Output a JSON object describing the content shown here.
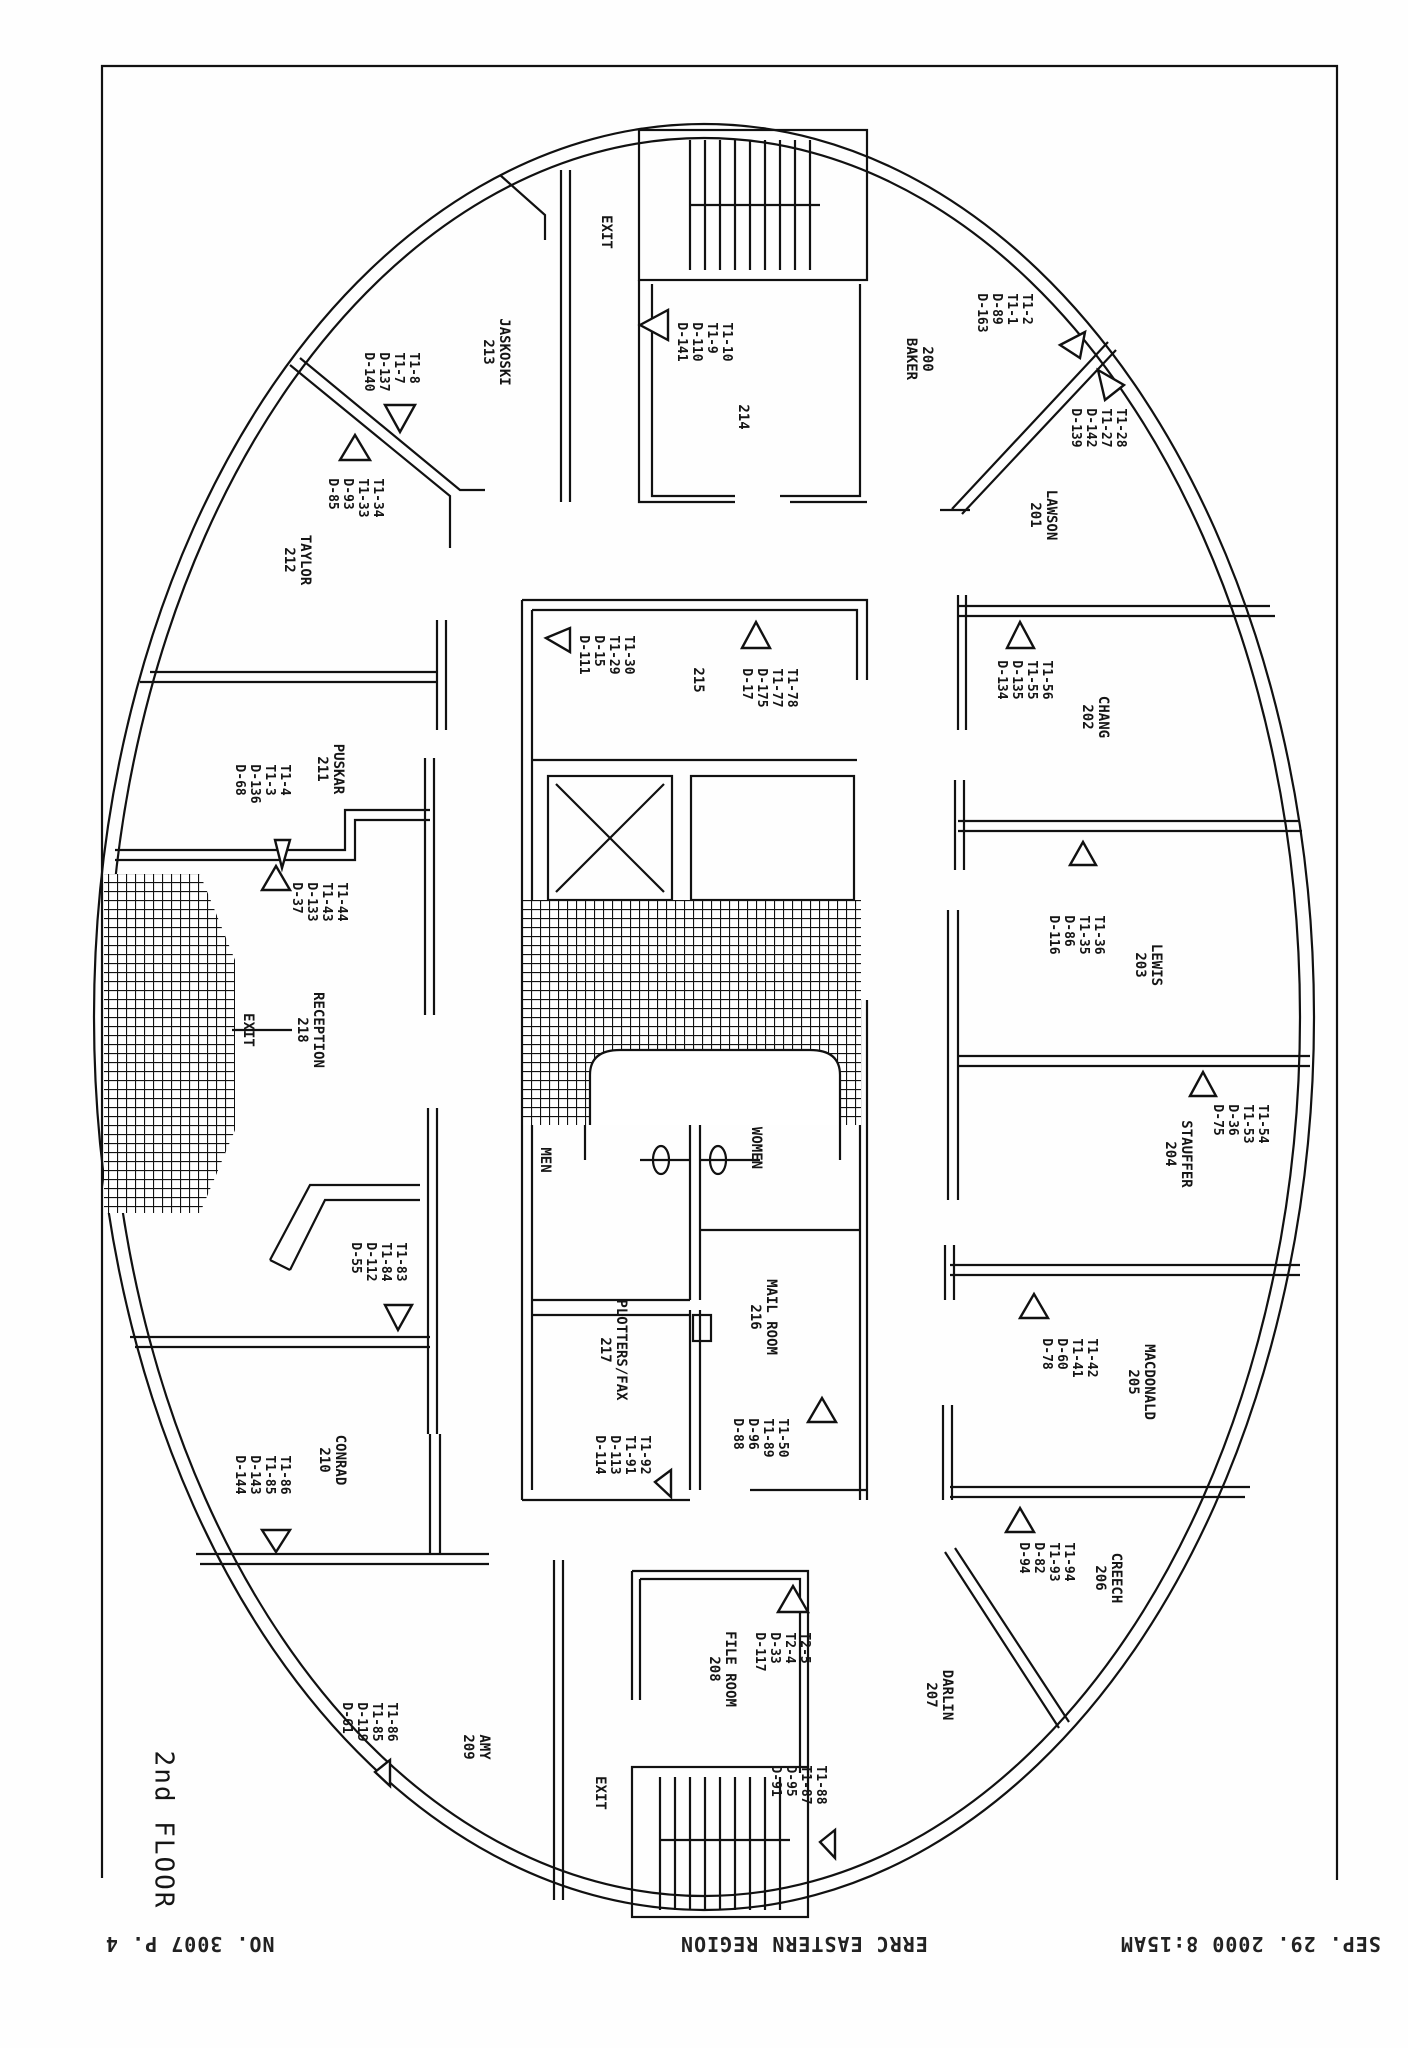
{
  "floor_title": "2nd FLOOR",
  "fax_header": {
    "date_time": "SEP. 29. 2000  8:15AM",
    "sender": "ERRC EASTERN REGION",
    "page": "NO. 3007   P. 4"
  },
  "exit_label": "EXIT",
  "rooms": [
    {
      "name": "JASKOSKI",
      "number": "213"
    },
    {
      "name": "TAYLOR",
      "number": "212"
    },
    {
      "name": "",
      "number": "214"
    },
    {
      "name": "BAKER",
      "number": "200"
    },
    {
      "name": "LAWSON",
      "number": "201"
    },
    {
      "name": "",
      "number": "215"
    },
    {
      "name": "CHANG",
      "number": "202"
    },
    {
      "name": "PUSKAR",
      "number": "211"
    },
    {
      "name": "RECEPTION",
      "number": "218"
    },
    {
      "name": "LEWIS",
      "number": "203"
    },
    {
      "name": "WOMEN",
      "number": ""
    },
    {
      "name": "MEN",
      "number": ""
    },
    {
      "name": "STAUFFER",
      "number": "204"
    },
    {
      "name": "MAIL ROOM",
      "number": "216"
    },
    {
      "name": "PLOTTERS/FAX",
      "number": "217"
    },
    {
      "name": "MACDONALD",
      "number": "205"
    },
    {
      "name": "CONRAD",
      "number": "210"
    },
    {
      "name": "CREECH",
      "number": "206"
    },
    {
      "name": "FILE ROOM",
      "number": "208"
    },
    {
      "name": "DARLIN",
      "number": "207"
    },
    {
      "name": "AMY",
      "number": "209"
    }
  ],
  "outlets": [
    {
      "codes": [
        "T1-8",
        "T1-7",
        "D-137",
        "D-140"
      ]
    },
    {
      "codes": [
        "T1-34",
        "T1-33",
        "D-93",
        "D-85"
      ]
    },
    {
      "codes": [
        "T1-10",
        "T1-9",
        "D-110",
        "D-141"
      ]
    },
    {
      "codes": [
        "T1-2",
        "T1-1",
        "D-89",
        "D-163"
      ]
    },
    {
      "codes": [
        "T1-28",
        "T1-27",
        "D-142",
        "D-139"
      ]
    },
    {
      "codes": [
        "T1-30",
        "T1-29",
        "D-15",
        "D-111"
      ]
    },
    {
      "codes": [
        "T1-78",
        "T1-77",
        "D-175",
        "D-17"
      ]
    },
    {
      "codes": [
        "T1-56",
        "T1-55",
        "D-135",
        "D-134"
      ]
    },
    {
      "codes": [
        "T1-4",
        "T1-3",
        "D-136",
        "D-68"
      ]
    },
    {
      "codes": [
        "T1-44",
        "T1-43",
        "D-133",
        "D-37"
      ]
    },
    {
      "codes": [
        "T1-36",
        "T1-35",
        "D-86",
        "D-116"
      ]
    },
    {
      "codes": [
        "T1-54",
        "T1-53",
        "D-36",
        "D-75"
      ]
    },
    {
      "codes": [
        "T1-83",
        "T1-84",
        "D-112",
        "D-55"
      ]
    },
    {
      "codes": [
        "T1-50",
        "T1-89",
        "D-96",
        "D-88"
      ]
    },
    {
      "codes": [
        "T1-92",
        "T1-91",
        "D-113",
        "D-114"
      ]
    },
    {
      "codes": [
        "T1-42",
        "T1-41",
        "D-60",
        "D-78"
      ]
    },
    {
      "codes": [
        "T1-86",
        "T1-85",
        "D-143",
        "D-144"
      ]
    },
    {
      "codes": [
        "T1-94",
        "T1-93",
        "D-82",
        "D-94"
      ]
    },
    {
      "codes": [
        "T2-5",
        "T2-4",
        "D-33",
        "D-117"
      ]
    },
    {
      "codes": [
        "T1-86",
        "T1-85",
        "D-119",
        "D-61"
      ]
    },
    {
      "codes": [
        "T1-88",
        "T1-87",
        "D-95",
        "D-91"
      ]
    }
  ]
}
